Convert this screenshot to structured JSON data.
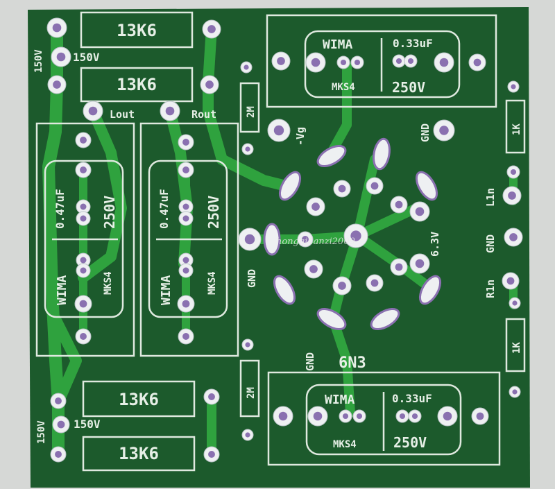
{
  "board": {
    "colors": {
      "background": "#d6d8d6",
      "board": "#1c5a2c",
      "trace": "#2fa23e",
      "silk": "#e6efe6",
      "pad": "#eef0f2",
      "hole": "#8a70b0"
    },
    "resistors_13k6": [
      "13K6",
      "13K6",
      "13K6",
      "13K6"
    ],
    "voltage_labels": [
      "150V",
      "150V",
      "150V",
      "150V"
    ],
    "outputs": {
      "left": "Lout",
      "right": "Rout"
    },
    "resistors_2m": [
      "2M",
      "2M"
    ],
    "resistors_1k": [
      "1K",
      "1K"
    ],
    "caps_top": {
      "brand": "WIMA",
      "value": "0.33uF",
      "series": "MKS4",
      "voltage": "250V"
    },
    "caps_bottom": {
      "brand": "WIMA",
      "value": "0.33uF",
      "series": "MKS4",
      "voltage": "250V"
    },
    "caps_left": {
      "brand": "WIMA",
      "value": "0.47uF",
      "series": "MKS4",
      "voltage": "250V"
    },
    "caps_mid": {
      "brand": "WIMA",
      "value": "0.47uF",
      "series": "MKS4",
      "voltage": "250V"
    },
    "neg_grid": "-Vg",
    "gnd": [
      "GND",
      "GND",
      "GND",
      "GND"
    ],
    "inputs": {
      "left": "L1n",
      "right": "R1n"
    },
    "heater": "6.3V",
    "tube": "6N3",
    "watermark": "hongqi4anzi2009"
  }
}
